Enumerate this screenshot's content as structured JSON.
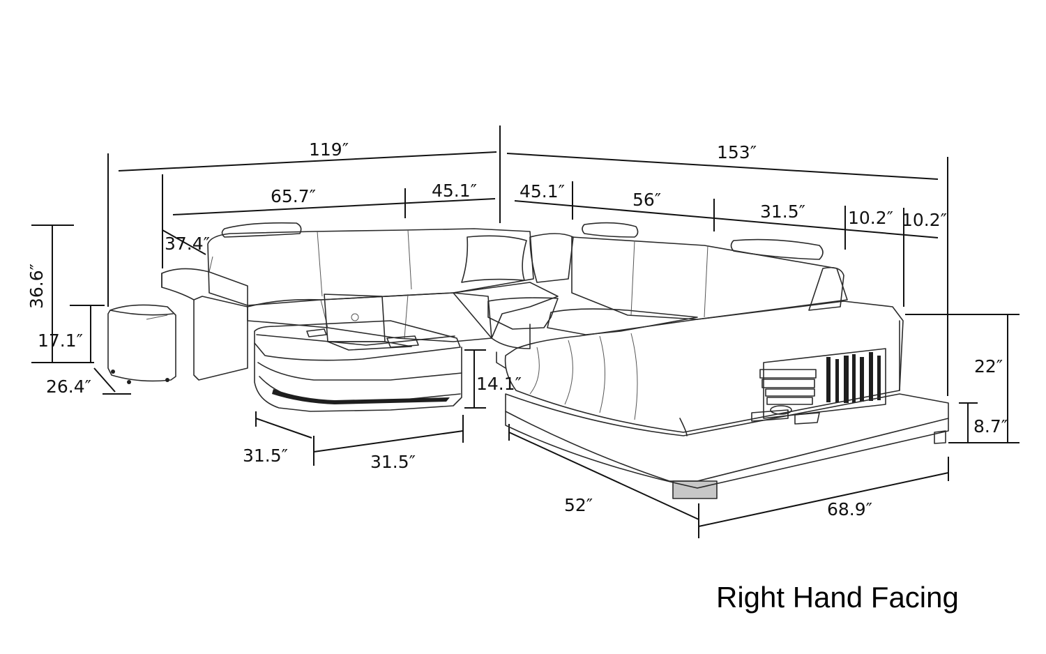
{
  "caption": "Right Hand Facing",
  "dimensions": {
    "overall_left_width": "119″",
    "overall_right_width": "153″",
    "left_seat_width": "65.7″",
    "left_corner_width": "45.1″",
    "right_corner_width": "45.1″",
    "middle_seat_width": "56″",
    "chaise_seat_width": "31.5″",
    "shelf_width_a": "10.2″",
    "shelf_width_b": "10.2″",
    "arm_width": "37.4″",
    "back_height": "36.6″",
    "ottoman_height": "17.1″",
    "ottoman_depth": "26.4″",
    "table_height": "14.1″",
    "table_depth": "31.5″",
    "table_width": "31.5″",
    "chaise_depth": "52″",
    "chaise_length": "68.9″",
    "seat_height": "22″",
    "platform_height": "8.7″"
  },
  "colors": {
    "line": "#111111",
    "background": "#ffffff"
  }
}
